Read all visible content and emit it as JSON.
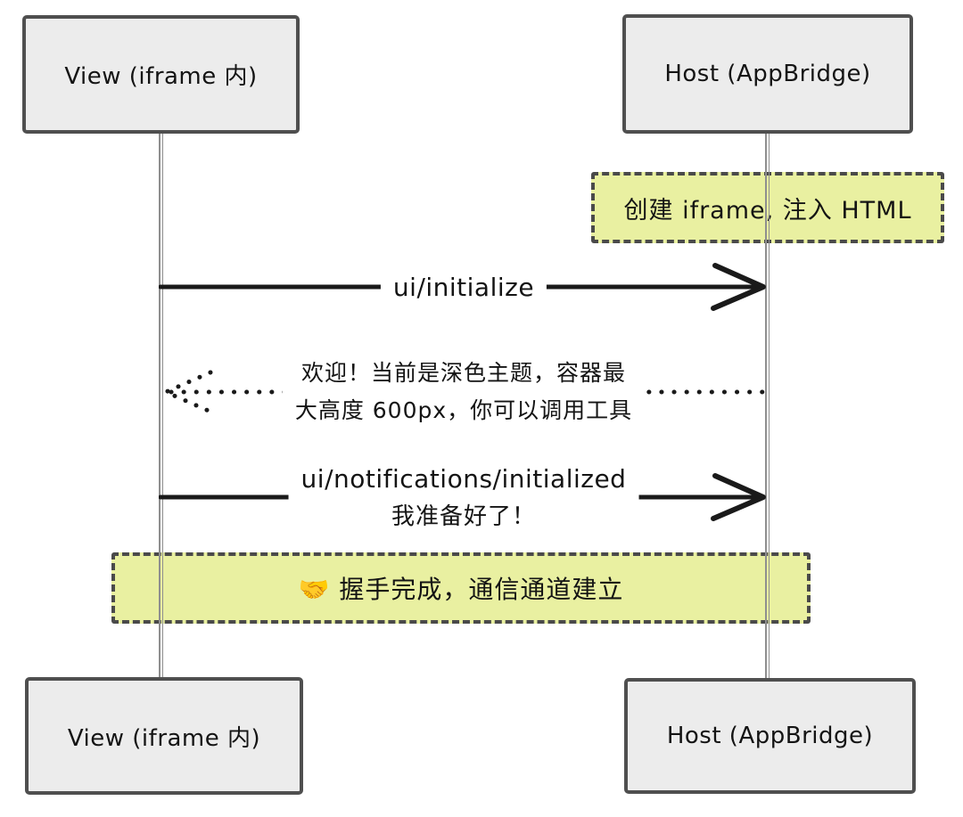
{
  "diagram": {
    "type": "sequence-diagram",
    "style": "hand-drawn",
    "colors": {
      "background": "#ffffff",
      "actor_fill": "#ececec",
      "actor_border": "#4f4f4f",
      "note_fill": "#e9f0a1",
      "note_border": "#4a4a4a",
      "lifeline": "#8f8f8f",
      "arrow": "#1a1a1a",
      "text": "#141414"
    },
    "actors": [
      {
        "id": "view",
        "label": "View (iframe 内)"
      },
      {
        "id": "host",
        "label": "Host (AppBridge)"
      }
    ],
    "notes": [
      {
        "id": "note-create-iframe",
        "over": "host",
        "text": "创建 iframe, 注入 HTML"
      },
      {
        "id": "note-handshake",
        "over": "view,host",
        "icon": "handshake-emoji",
        "text": "🤝 握手完成，通信通道建立"
      }
    ],
    "messages": [
      {
        "id": "msg-initialize",
        "from": "view",
        "to": "host",
        "line": "solid",
        "arrowhead": "open",
        "lines": [
          "ui/initialize"
        ]
      },
      {
        "id": "msg-welcome",
        "from": "host",
        "to": "view",
        "line": "dotted",
        "arrowhead": "open-dotted",
        "lines": [
          "欢迎！当前是深色主题，容器最",
          "大高度 600px，你可以调用工具"
        ]
      },
      {
        "id": "msg-initialized",
        "from": "view",
        "to": "host",
        "line": "solid",
        "arrowhead": "open",
        "lines": [
          "ui/notifications/initialized",
          "我准备好了！"
        ]
      }
    ]
  }
}
